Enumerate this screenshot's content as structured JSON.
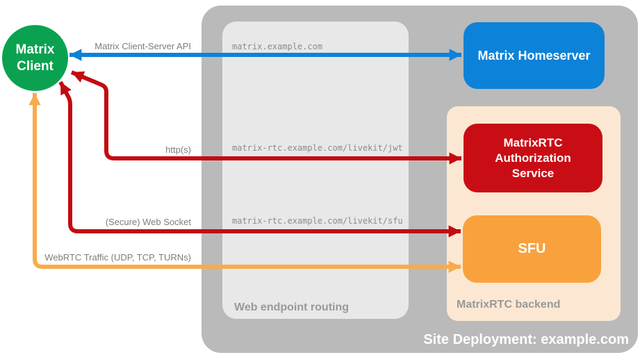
{
  "nodes": {
    "client": {
      "label": "Matrix Client",
      "color": "#0aa251"
    },
    "homeserver": {
      "label": "Matrix Homeserver",
      "color": "#0d82d9"
    },
    "auth_service": {
      "label": "MatrixRTC Authorization Service",
      "color": "#c90d15"
    },
    "sfu": {
      "label": "SFU",
      "color": "#f9a13c"
    }
  },
  "containers": {
    "site_deployment": {
      "label": "Site Deployment: example.com",
      "color": "#bababa"
    },
    "web_endpoint_routing": {
      "label": "Web endpoint routing",
      "color": "#e8e8e8"
    },
    "matrixrtc_backend": {
      "label": "MatrixRTC backend",
      "color": "#fce8d2"
    }
  },
  "edges": [
    {
      "name": "matrix-client-server-api",
      "label": "Matrix Client-Server API",
      "color": "#0d82d9",
      "from": "Matrix Client",
      "to": "Matrix Homeserver",
      "bidirectional": true
    },
    {
      "name": "https",
      "label": "http(s)",
      "color": "#c20b11",
      "from": "Matrix Client",
      "to": "MatrixRTC Authorization Service",
      "bidirectional": true
    },
    {
      "name": "secure-web-socket",
      "label": "(Secure) Web Socket",
      "color": "#c20b11",
      "from": "Matrix Client",
      "to": "SFU",
      "bidirectional": true
    },
    {
      "name": "webrtc-traffic",
      "label": "WebRTC Traffic (UDP, TCP, TURNs)",
      "color": "#f8ab4b",
      "from": "Matrix Client",
      "to": "SFU",
      "bidirectional": true
    }
  ],
  "endpoints": [
    "matrix.example.com",
    "matrix-rtc.example.com/livekit/jwt",
    "matrix-rtc.example.com/livekit/sfu"
  ]
}
